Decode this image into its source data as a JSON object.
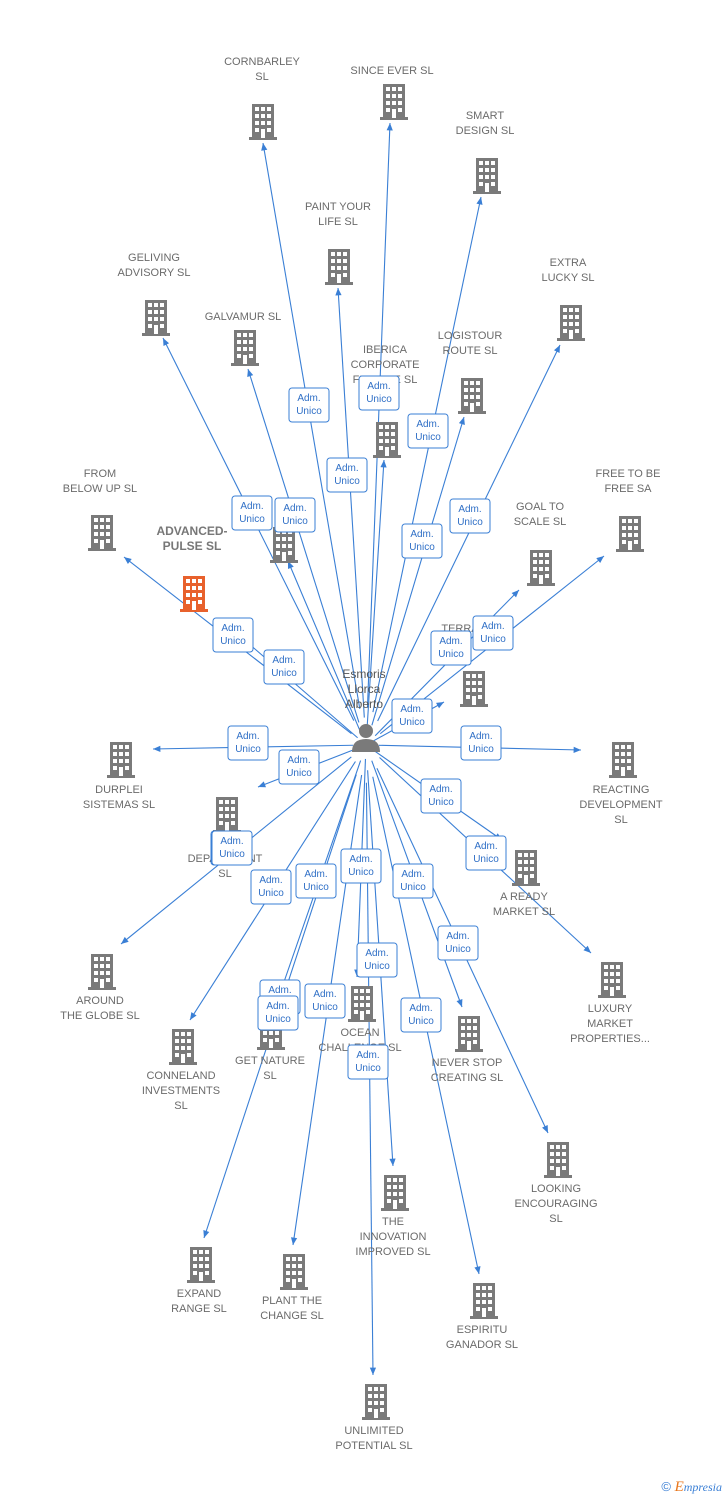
{
  "person": {
    "name_lines": [
      "Esmoris",
      "Llorca",
      "Alberto"
    ]
  },
  "role_label_lines": [
    "Adm.",
    "Unico"
  ],
  "colors": {
    "edge": "#3a7fd5",
    "building": "#7a7a7a",
    "highlight": "#e8612c"
  },
  "companies": [
    {
      "id": "cornbarley",
      "label_lines": [
        "CORNBARLEY",
        "SL"
      ]
    },
    {
      "id": "since-ever",
      "label_lines": [
        "SINCE EVER  SL"
      ]
    },
    {
      "id": "smart-design",
      "label_lines": [
        "SMART",
        "DESIGN  SL"
      ]
    },
    {
      "id": "paint-your-life",
      "label_lines": [
        "PAINT YOUR",
        "LIFE  SL"
      ]
    },
    {
      "id": "geliving",
      "label_lines": [
        "GELIVING",
        "ADVISORY  SL"
      ]
    },
    {
      "id": "galvamur",
      "label_lines": [
        "GALVAMUR  SL"
      ]
    },
    {
      "id": "extra-lucky",
      "label_lines": [
        "EXTRA",
        "LUCKY  SL"
      ]
    },
    {
      "id": "logistour",
      "label_lines": [
        "LOGISTOUR",
        "ROUTE  SL"
      ]
    },
    {
      "id": "iberica",
      "label_lines": [
        "IBERICA",
        "CORPORATE",
        "FINANCE  SL"
      ]
    },
    {
      "id": "from-below-up",
      "label_lines": [
        "FROM",
        "BELOW UP  SL"
      ]
    },
    {
      "id": "free-to-be-free",
      "label_lines": [
        "FREE TO BE",
        "FREE SA"
      ]
    },
    {
      "id": "advanced-pulse",
      "label_lines": [
        "ADVANCED-",
        "PULSE  SL"
      ],
      "highlight": true
    },
    {
      "id": "hidden-sl",
      "label_lines": [
        "SL"
      ]
    },
    {
      "id": "goal-to-scale",
      "label_lines": [
        "GOAL TO",
        "SCALE  SL"
      ]
    },
    {
      "id": "terra",
      "label_lines": [
        "TERRA",
        "S  SL"
      ]
    },
    {
      "id": "durplei",
      "label_lines": [
        "DURPLEI",
        "SISTEMAS  SL"
      ]
    },
    {
      "id": "reacting",
      "label_lines": [
        "REACTING",
        "DEVELOPMENT",
        "SL"
      ]
    },
    {
      "id": "plan-department",
      "label_lines": [
        "PLAN",
        "DEPARTMENT",
        "SL"
      ]
    },
    {
      "id": "a-ready-market",
      "label_lines": [
        "A READY",
        "MARKET  SL"
      ]
    },
    {
      "id": "around-the-globe",
      "label_lines": [
        "AROUND",
        "THE GLOBE  SL"
      ]
    },
    {
      "id": "luxury-market",
      "label_lines": [
        "LUXURY",
        "MARKET",
        "PROPERTIES..."
      ]
    },
    {
      "id": "conneland",
      "label_lines": [
        "CONNELAND",
        "INVESTMENTS",
        "SL"
      ]
    },
    {
      "id": "get-nature",
      "label_lines": [
        "GET NATURE",
        "SL"
      ]
    },
    {
      "id": "ocean-challenge",
      "label_lines": [
        "OCEAN",
        "CHALLENGE  SL"
      ]
    },
    {
      "id": "never-stop",
      "label_lines": [
        "NEVER STOP",
        "CREATING  SL"
      ]
    },
    {
      "id": "looking-encouraging",
      "label_lines": [
        "LOOKING",
        "ENCOURAGING",
        "SL"
      ]
    },
    {
      "id": "innovation",
      "label_lines": [
        "THE",
        "INNOVATION",
        "IMPROVED  SL"
      ]
    },
    {
      "id": "expand-range",
      "label_lines": [
        "EXPAND",
        "RANGE  SL"
      ]
    },
    {
      "id": "plant-the-change",
      "label_lines": [
        "PLANT THE",
        "CHANGE  SL"
      ]
    },
    {
      "id": "espiritu-ganador",
      "label_lines": [
        "ESPIRITU",
        "GANADOR SL"
      ]
    },
    {
      "id": "unlimited-potential",
      "label_lines": [
        "UNLIMITED",
        "POTENTIAL  SL"
      ]
    }
  ],
  "footer": {
    "copyright_symbol": "©",
    "brand_initial": "E",
    "brand_rest": "mpresia"
  }
}
